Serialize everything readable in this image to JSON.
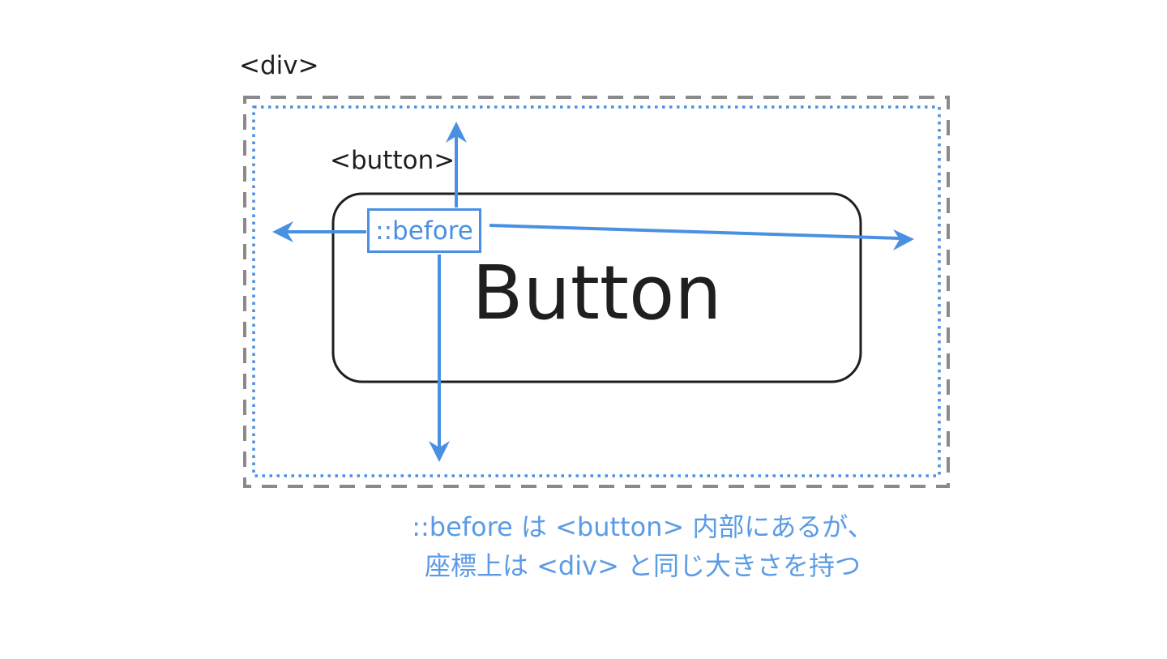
{
  "colors": {
    "accent_blue": "#4a90e2",
    "caption_blue": "#5b9be6",
    "border_gray": "#8a8a8a",
    "ink_black": "#1f1f1f",
    "background": "#ffffff"
  },
  "diagram": {
    "div_label": "<div>",
    "button_label": "<button>",
    "button_face_label": "Button",
    "before_label": "::before"
  },
  "caption": {
    "line1": "::before は <button> 内部にあるが、",
    "line2": "座標上は <div> と同じ大きさを持つ"
  }
}
